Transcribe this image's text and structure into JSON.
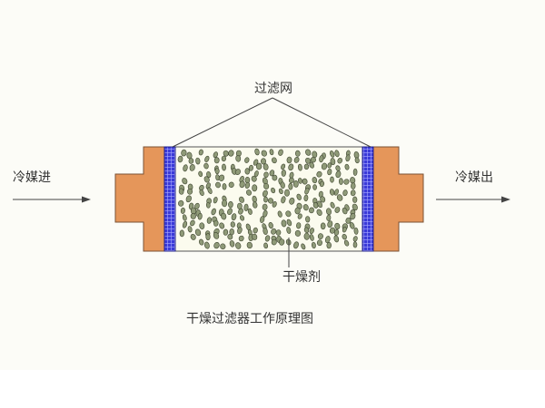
{
  "labels": {
    "filter_screen": "过滤网",
    "refrigerant_in": "冷媒进",
    "refrigerant_out": "冷媒出",
    "desiccant": "干燥剂",
    "caption": "干燥过滤器工作原理图"
  },
  "colors": {
    "housing_fill": "#e5965a",
    "housing_stroke": "#7a5236",
    "screen_blue": "#3a3ad8",
    "screen_grid": "#a8a8ff",
    "chamber_fill": "#fbfbee",
    "pellet_fill": "#8f9a78",
    "pellet_stroke": "#3e4530",
    "line": "#444444"
  }
}
